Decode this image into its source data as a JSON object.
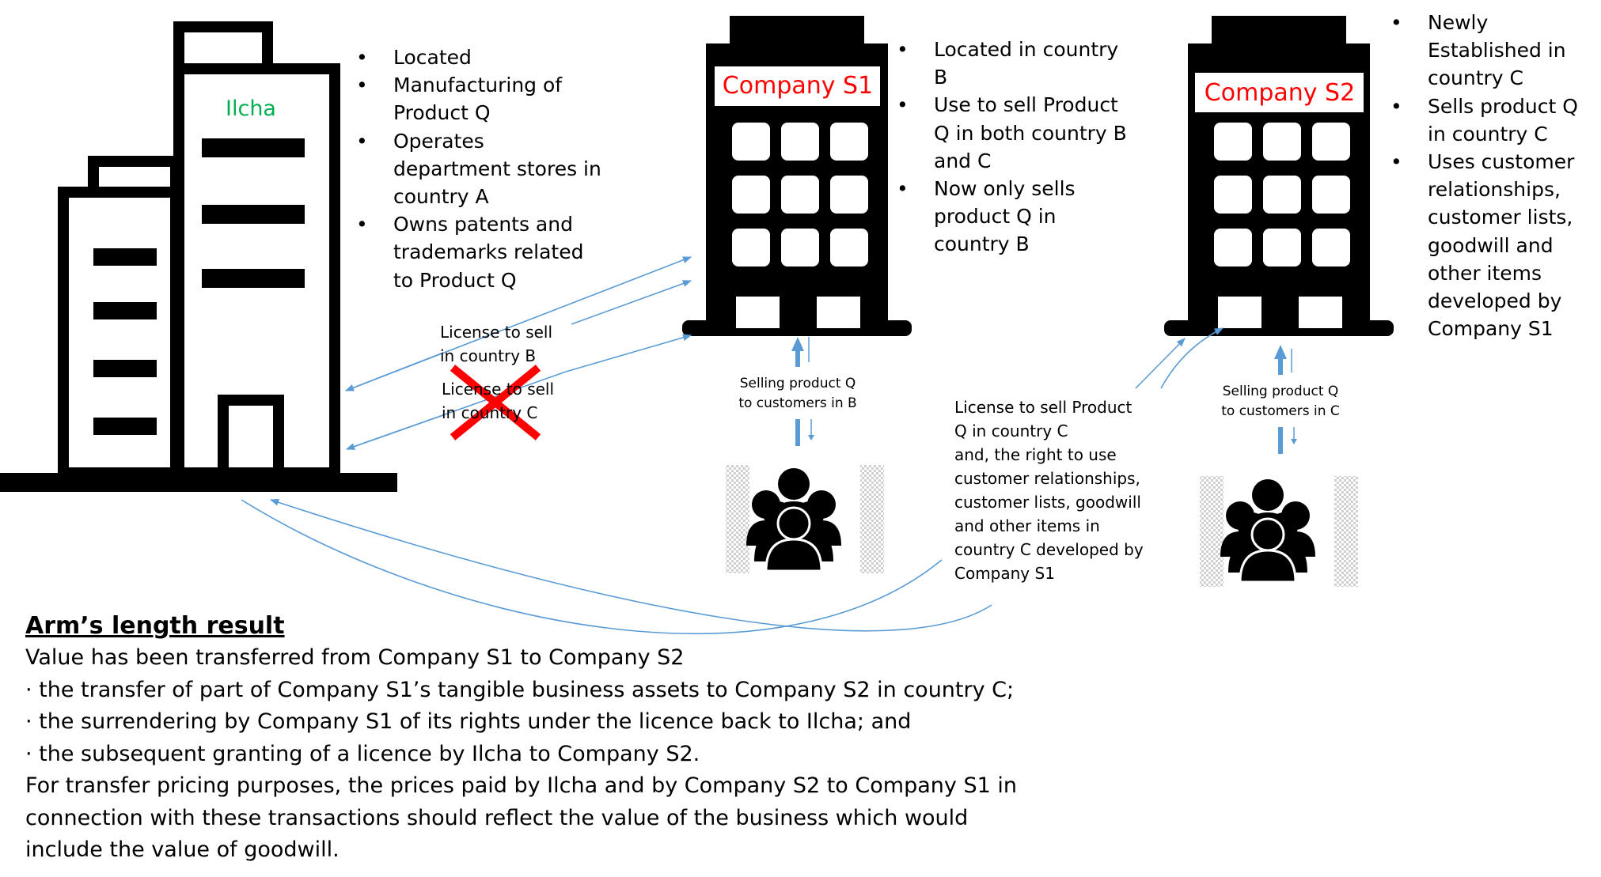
{
  "ilcha": {
    "name": "Ilcha",
    "bullets": [
      "Located",
      "Manufacturing of Product Q",
      "Operates department stores in country A",
      "Owns patents and trademarks related to Product Q"
    ]
  },
  "company_s1": {
    "name": "Company S1",
    "bullets": [
      "Located in country B",
      "Use to sell Product Q in both country B and C",
      "Now only sells product Q in country B"
    ],
    "selling_line1": "Selling product Q",
    "selling_line2": "to customers in B"
  },
  "company_s2": {
    "name": "Company S2",
    "bullets": [
      "Newly Established in country C",
      "Sells product Q in country C",
      "Uses customer relationships, customer lists, goodwill and other items developed by Company S1"
    ],
    "selling_line1": "Selling product Q",
    "selling_line2": "to customers in C"
  },
  "licenses": {
    "country_b_line1": "License to sell",
    "country_b_line2": "in country B",
    "country_c_line1": "License to sell",
    "country_c_line2": "in country C",
    "s2_lines": [
      "License to sell Product",
      "Q in country C",
      "and, the right to use",
      "customer relationships,",
      "customer lists, goodwill",
      "and other items in",
      "country C developed by",
      "Company S1"
    ]
  },
  "result": {
    "heading": "Arm’s length result",
    "lines": [
      "Value has been transferred from Company S1 to Company S2",
      "· the transfer of part of Company S1’s tangible business assets to Company S2 in country C;",
      "· the surrendering by Company S1 of its rights under the licence back to Ilcha; and",
      "· the subsequent granting of a licence by Ilcha to Company S2.",
      "For transfer pricing purposes, the prices paid by Ilcha and by Company S2 to Company S1 in",
      "connection with these transactions should reflect the value of the business which would",
      "include the value of goodwill."
    ]
  },
  "colors": {
    "arrow": "#5b9bd5",
    "cross": "#ff0000",
    "ilcha_label": "#00b050",
    "company_label": "#ff0000"
  },
  "icons": {
    "ilcha_building": "office-building-icon",
    "company_buildings": "building-icon",
    "customers": "people-group-icon",
    "cancelled": "red-x-icon"
  }
}
